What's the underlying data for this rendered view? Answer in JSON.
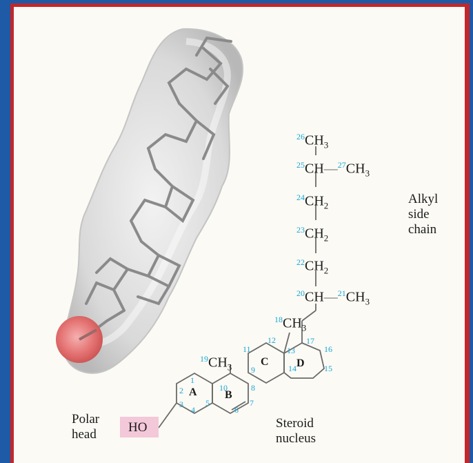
{
  "colors": {
    "frame_blue": "#1f5aa6",
    "border_red": "#c0282c",
    "panel": "#fbfaf4",
    "bond": "#6a6a6a",
    "locant": "#1aa6d8",
    "hydroxyl_highlight": "#f3c8d8",
    "oxygen_sphere": "#e06a6a"
  },
  "side_chain": [
    {
      "locant": "26",
      "group": "CH",
      "sub": "3"
    },
    {
      "locant": "25",
      "group": "CH",
      "sub": "",
      "dash": "—",
      "branch_locant": "27",
      "branch_group": "CH",
      "branch_sub": "3"
    },
    {
      "locant": "24",
      "group": "CH",
      "sub": "2"
    },
    {
      "locant": "23",
      "group": "CH",
      "sub": "2"
    },
    {
      "locant": "22",
      "group": "CH",
      "sub": "2"
    },
    {
      "locant": "20",
      "group": "CH",
      "sub": "",
      "dash": "—",
      "branch_locant": "21",
      "branch_group": "CH",
      "branch_sub": "3"
    }
  ],
  "methyls": [
    {
      "locant": "18",
      "group": "CH",
      "sub": "3"
    },
    {
      "locant": "19",
      "group": "CH",
      "sub": "3"
    }
  ],
  "ring_labels": [
    "A",
    "B",
    "C",
    "D"
  ],
  "ring_locants": [
    "1",
    "2",
    "3",
    "4",
    "5",
    "6",
    "7",
    "8",
    "9",
    "10",
    "11",
    "12",
    "13",
    "14",
    "15",
    "16",
    "17"
  ],
  "hydroxyl": "HO",
  "captions": {
    "alkyl_line1": "Alkyl",
    "alkyl_line2": "side",
    "alkyl_line3": "chain",
    "polar_line1": "Polar",
    "polar_line2": "head",
    "steroid_line1": "Steroid",
    "steroid_line2": "nucleus"
  }
}
